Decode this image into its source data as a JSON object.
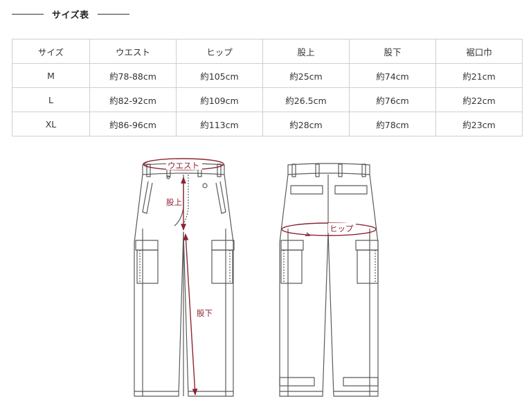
{
  "section": {
    "title": "サイズ表"
  },
  "table": {
    "headers": [
      "サイズ",
      "ウエスト",
      "ヒップ",
      "股上",
      "股下",
      "裾口巾"
    ],
    "rows": [
      [
        "M",
        "約78-88cm",
        "約105cm",
        "約25cm",
        "約74cm",
        "約21cm"
      ],
      [
        "L",
        "約82-92cm",
        "約109cm",
        "約26.5cm",
        "約76cm",
        "約22cm"
      ],
      [
        "XL",
        "約86-96cm",
        "約113cm",
        "約28cm",
        "約78cm",
        "約23cm"
      ]
    ]
  },
  "diagram": {
    "labels": {
      "waist": "ウエスト",
      "rise": "股上",
      "inseam": "股下",
      "hip": "ヒップ"
    },
    "accent_color": "#8b2433",
    "line_color": "#5a5a5a"
  }
}
